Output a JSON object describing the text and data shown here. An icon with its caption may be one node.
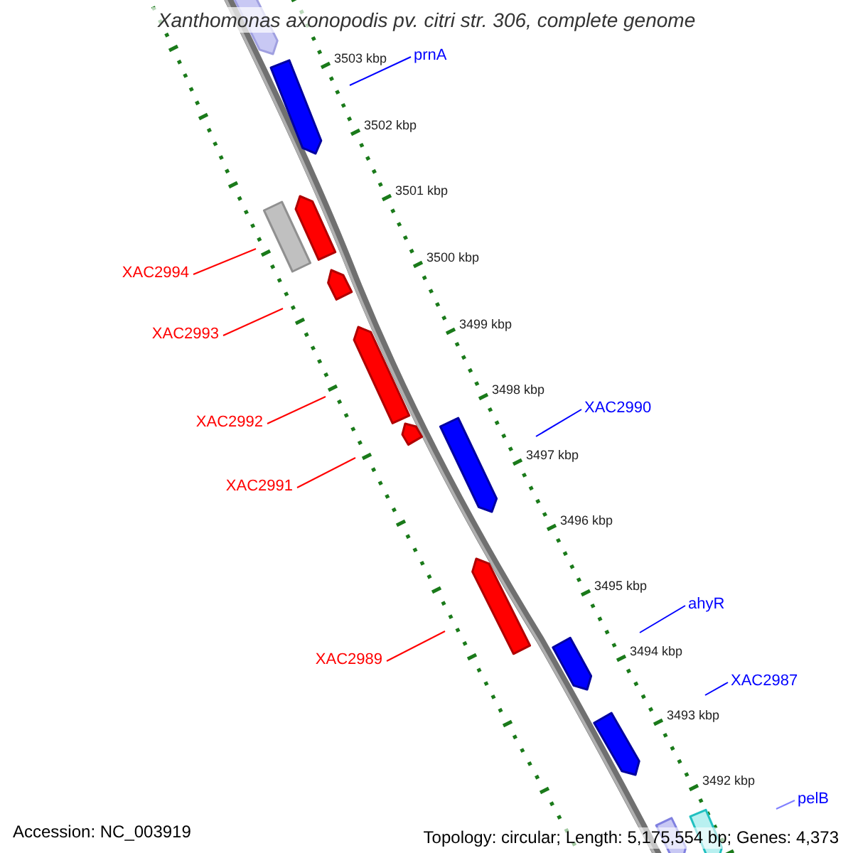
{
  "diagram": {
    "title": "Xanthomonas axonopodis pv. citri str. 306, complete genome",
    "nodes": [
      {
        "text": [
          "prnA"
        ]
      },
      {
        "text": [
          "XAC2994"
        ]
      },
      {
        "text": [
          "XAC2993"
        ]
      },
      {
        "text": [
          "XAC2990"
        ]
      },
      {
        "text": [
          "XAC2992"
        ]
      },
      {
        "text": [
          "XAC2991"
        ]
      },
      {
        "text": [
          "ahyR"
        ]
      },
      {
        "text": [
          "XAC2989"
        ]
      },
      {
        "text": [
          "XAC2987"
        ]
      },
      {
        "text": [
          "pelB"
        ]
      }
    ],
    "edges": [
      {
        "from": 0,
        "to": null,
        "arrow": "none",
        "color": "#0000ff"
      },
      {
        "from": 1,
        "to": null,
        "arrow": "none",
        "color": "#ff0000"
      },
      {
        "from": 2,
        "to": null,
        "arrow": "none",
        "color": "#ff0000"
      },
      {
        "from": 3,
        "to": null,
        "arrow": "none",
        "color": "#0000ff"
      },
      {
        "from": 4,
        "to": null,
        "arrow": "none",
        "color": "#ff0000"
      },
      {
        "from": 5,
        "to": null,
        "arrow": "none",
        "color": "#ff0000"
      },
      {
        "from": 6,
        "to": null,
        "arrow": "none",
        "color": "#0000ff"
      },
      {
        "from": 7,
        "to": null,
        "arrow": "none",
        "color": "#ff0000"
      },
      {
        "from": 8,
        "to": null,
        "arrow": "none",
        "color": "#0000ff"
      },
      {
        "from": 9,
        "to": null,
        "arrow": "none",
        "color": "#8080ff"
      }
    ],
    "labels": [
      "3503 kbp",
      "3502 kbp",
      "3501 kbp",
      "3500 kbp",
      "3499 kbp",
      "3498 kbp",
      "3497 kbp",
      "3496 kbp",
      "3495 kbp",
      "3494 kbp",
      "3493 kbp",
      "3492 kbp",
      "Accession: NC_003919",
      "Topology: circular; Length: 5,175,554 bp; Genes: 4,373"
    ]
  }
}
